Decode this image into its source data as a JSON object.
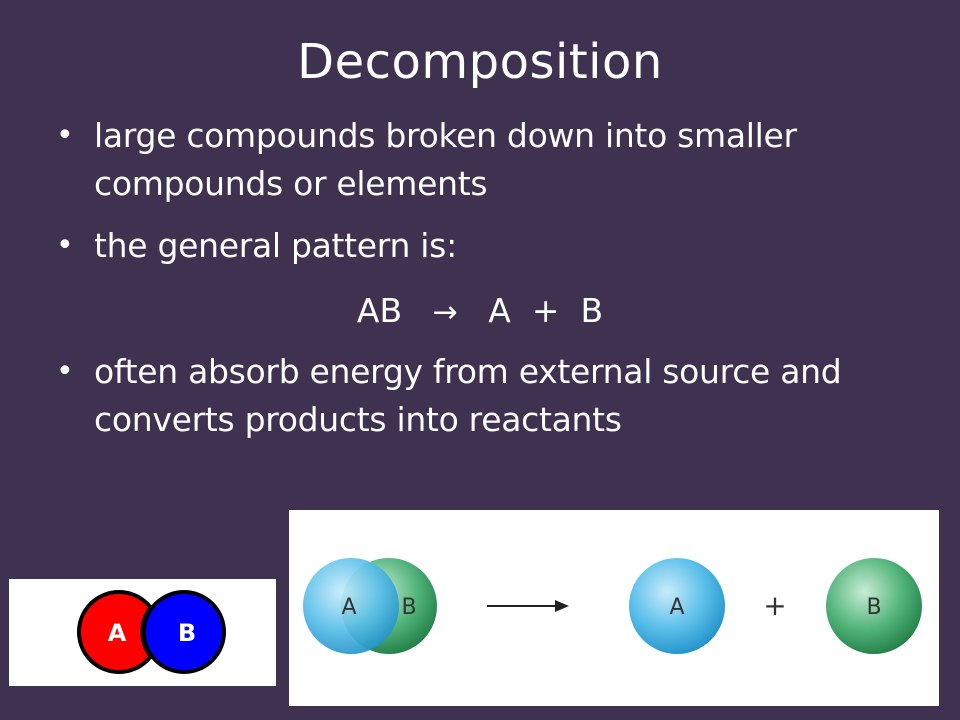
{
  "slide": {
    "title": "Decomposition",
    "bullets": [
      "large compounds broken down into smaller compounds or elements",
      "the general pattern is:",
      "often absorb energy from external source and converts products into reactants"
    ],
    "formula": {
      "left": "AB",
      "arrow": "→",
      "right": "A  +  B"
    }
  },
  "diagram_left": {
    "label_a": "A",
    "label_b": "B",
    "colors": {
      "a": "#ff0000",
      "b": "#0000ff",
      "outline": "#000000"
    }
  },
  "diagram_right": {
    "reactant_a": "A",
    "reactant_b": "B",
    "product_a": "A",
    "plus": "+",
    "product_b": "B",
    "colors": {
      "a": "#3fb0e0",
      "b": "#2e9c5c",
      "arrow": "#222222"
    }
  }
}
